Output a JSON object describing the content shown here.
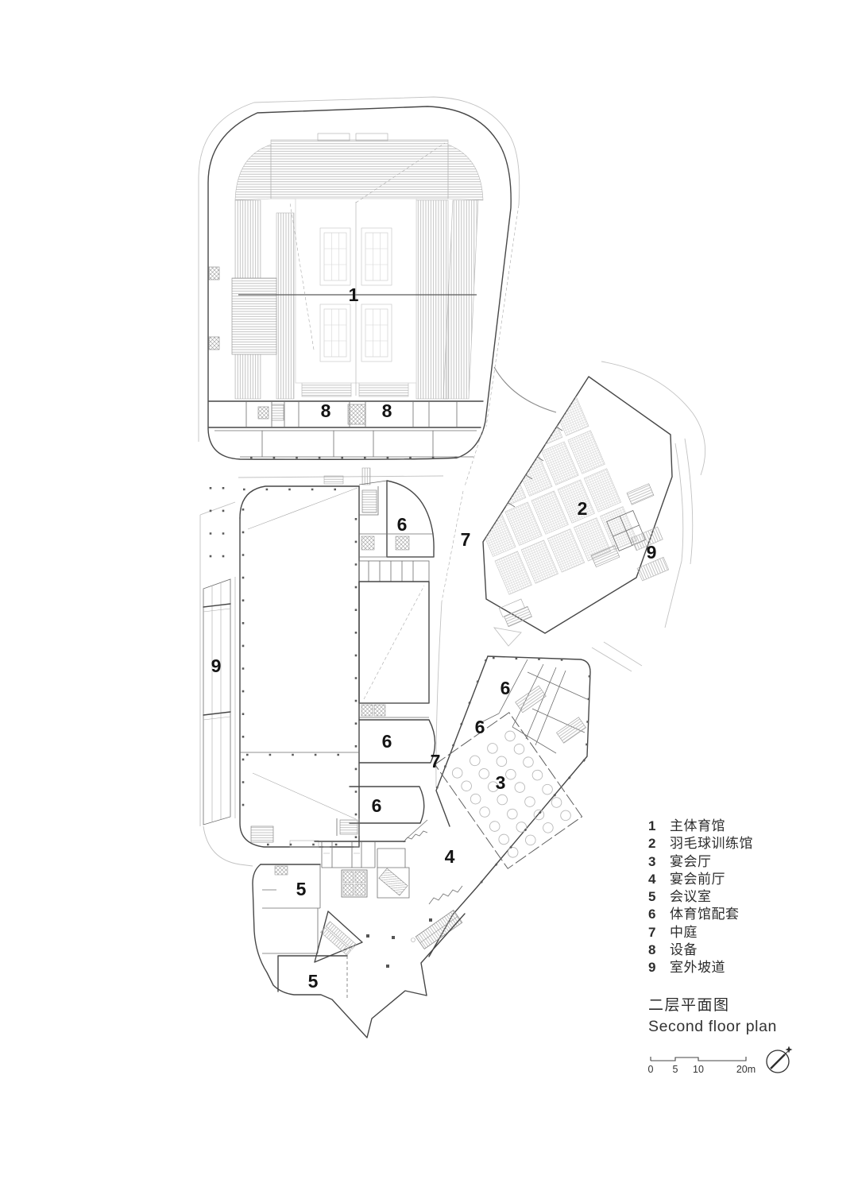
{
  "colors": {
    "wall": "#474747",
    "inner_wall": "#6e6e6e",
    "hatch": "#b4b4b4",
    "label": "#141414",
    "background": "#ffffff"
  },
  "plan": {
    "labels": [
      {
        "id": "main-arena",
        "text": "1"
      },
      {
        "id": "equipment-west",
        "text": "8"
      },
      {
        "id": "equipment-east",
        "text": "8"
      },
      {
        "id": "support-north",
        "text": "6"
      },
      {
        "id": "atrium-north",
        "text": "7"
      },
      {
        "id": "training-hall",
        "text": "2"
      },
      {
        "id": "ramp-east",
        "text": "9"
      },
      {
        "id": "ramp-west",
        "text": "9"
      },
      {
        "id": "support-banquet-a",
        "text": "6"
      },
      {
        "id": "support-banquet-b",
        "text": "6"
      },
      {
        "id": "support-mid",
        "text": "6"
      },
      {
        "id": "atrium-south",
        "text": "7"
      },
      {
        "id": "banquet-hall",
        "text": "3"
      },
      {
        "id": "support-low",
        "text": "6"
      },
      {
        "id": "banquet-foyer",
        "text": "4"
      },
      {
        "id": "meeting-north",
        "text": "5"
      },
      {
        "id": "meeting-south",
        "text": "5"
      }
    ]
  },
  "legend": {
    "items": [
      {
        "num": "1",
        "label": "主体育馆"
      },
      {
        "num": "2",
        "label": "羽毛球训练馆"
      },
      {
        "num": "3",
        "label": "宴会厅"
      },
      {
        "num": "4",
        "label": "宴会前厅"
      },
      {
        "num": "5",
        "label": "会议室"
      },
      {
        "num": "6",
        "label": "体育馆配套"
      },
      {
        "num": "7",
        "label": "中庭"
      },
      {
        "num": "8",
        "label": "设备"
      },
      {
        "num": "9",
        "label": "室外坡道"
      }
    ]
  },
  "title": {
    "zh": "二层平面图",
    "en": "Second floor plan"
  },
  "scalebar": {
    "t0": "0",
    "t1": "5",
    "t2": "10",
    "t3": "20m"
  }
}
